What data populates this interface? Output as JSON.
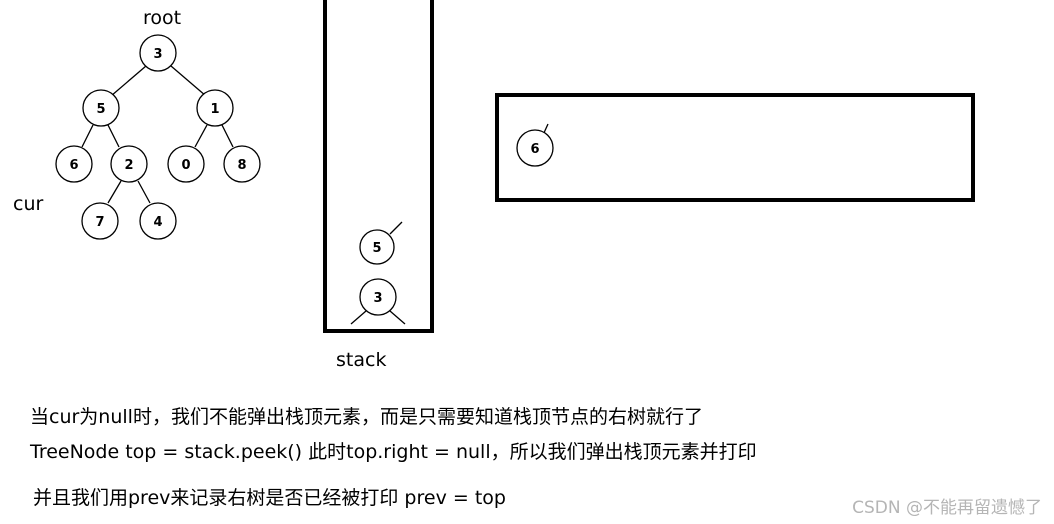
{
  "labels": {
    "root": "root",
    "cur": "cur",
    "stack": "stack"
  },
  "tree": {
    "root": "3",
    "left": "5",
    "right": "1",
    "left_left": "6",
    "left_right": "2",
    "right_left": "0",
    "right_right": "8",
    "left_right_left": "7",
    "left_right_right": "4"
  },
  "stack_items": [
    "5",
    "3"
  ],
  "output_items": [
    "6"
  ],
  "text": {
    "line1": "当cur为null时，我们不能弹出栈顶元素，而是只需要知道栈顶节点的右树就行了",
    "line2": "TreeNode top = stack.peek() 此时top.right = null，所以我们弹出栈顶元素并打印",
    "line3": "并且我们用prev来记录右树是否已经被打印 prev = top"
  },
  "watermark": "CSDN @不能再留遗憾了"
}
